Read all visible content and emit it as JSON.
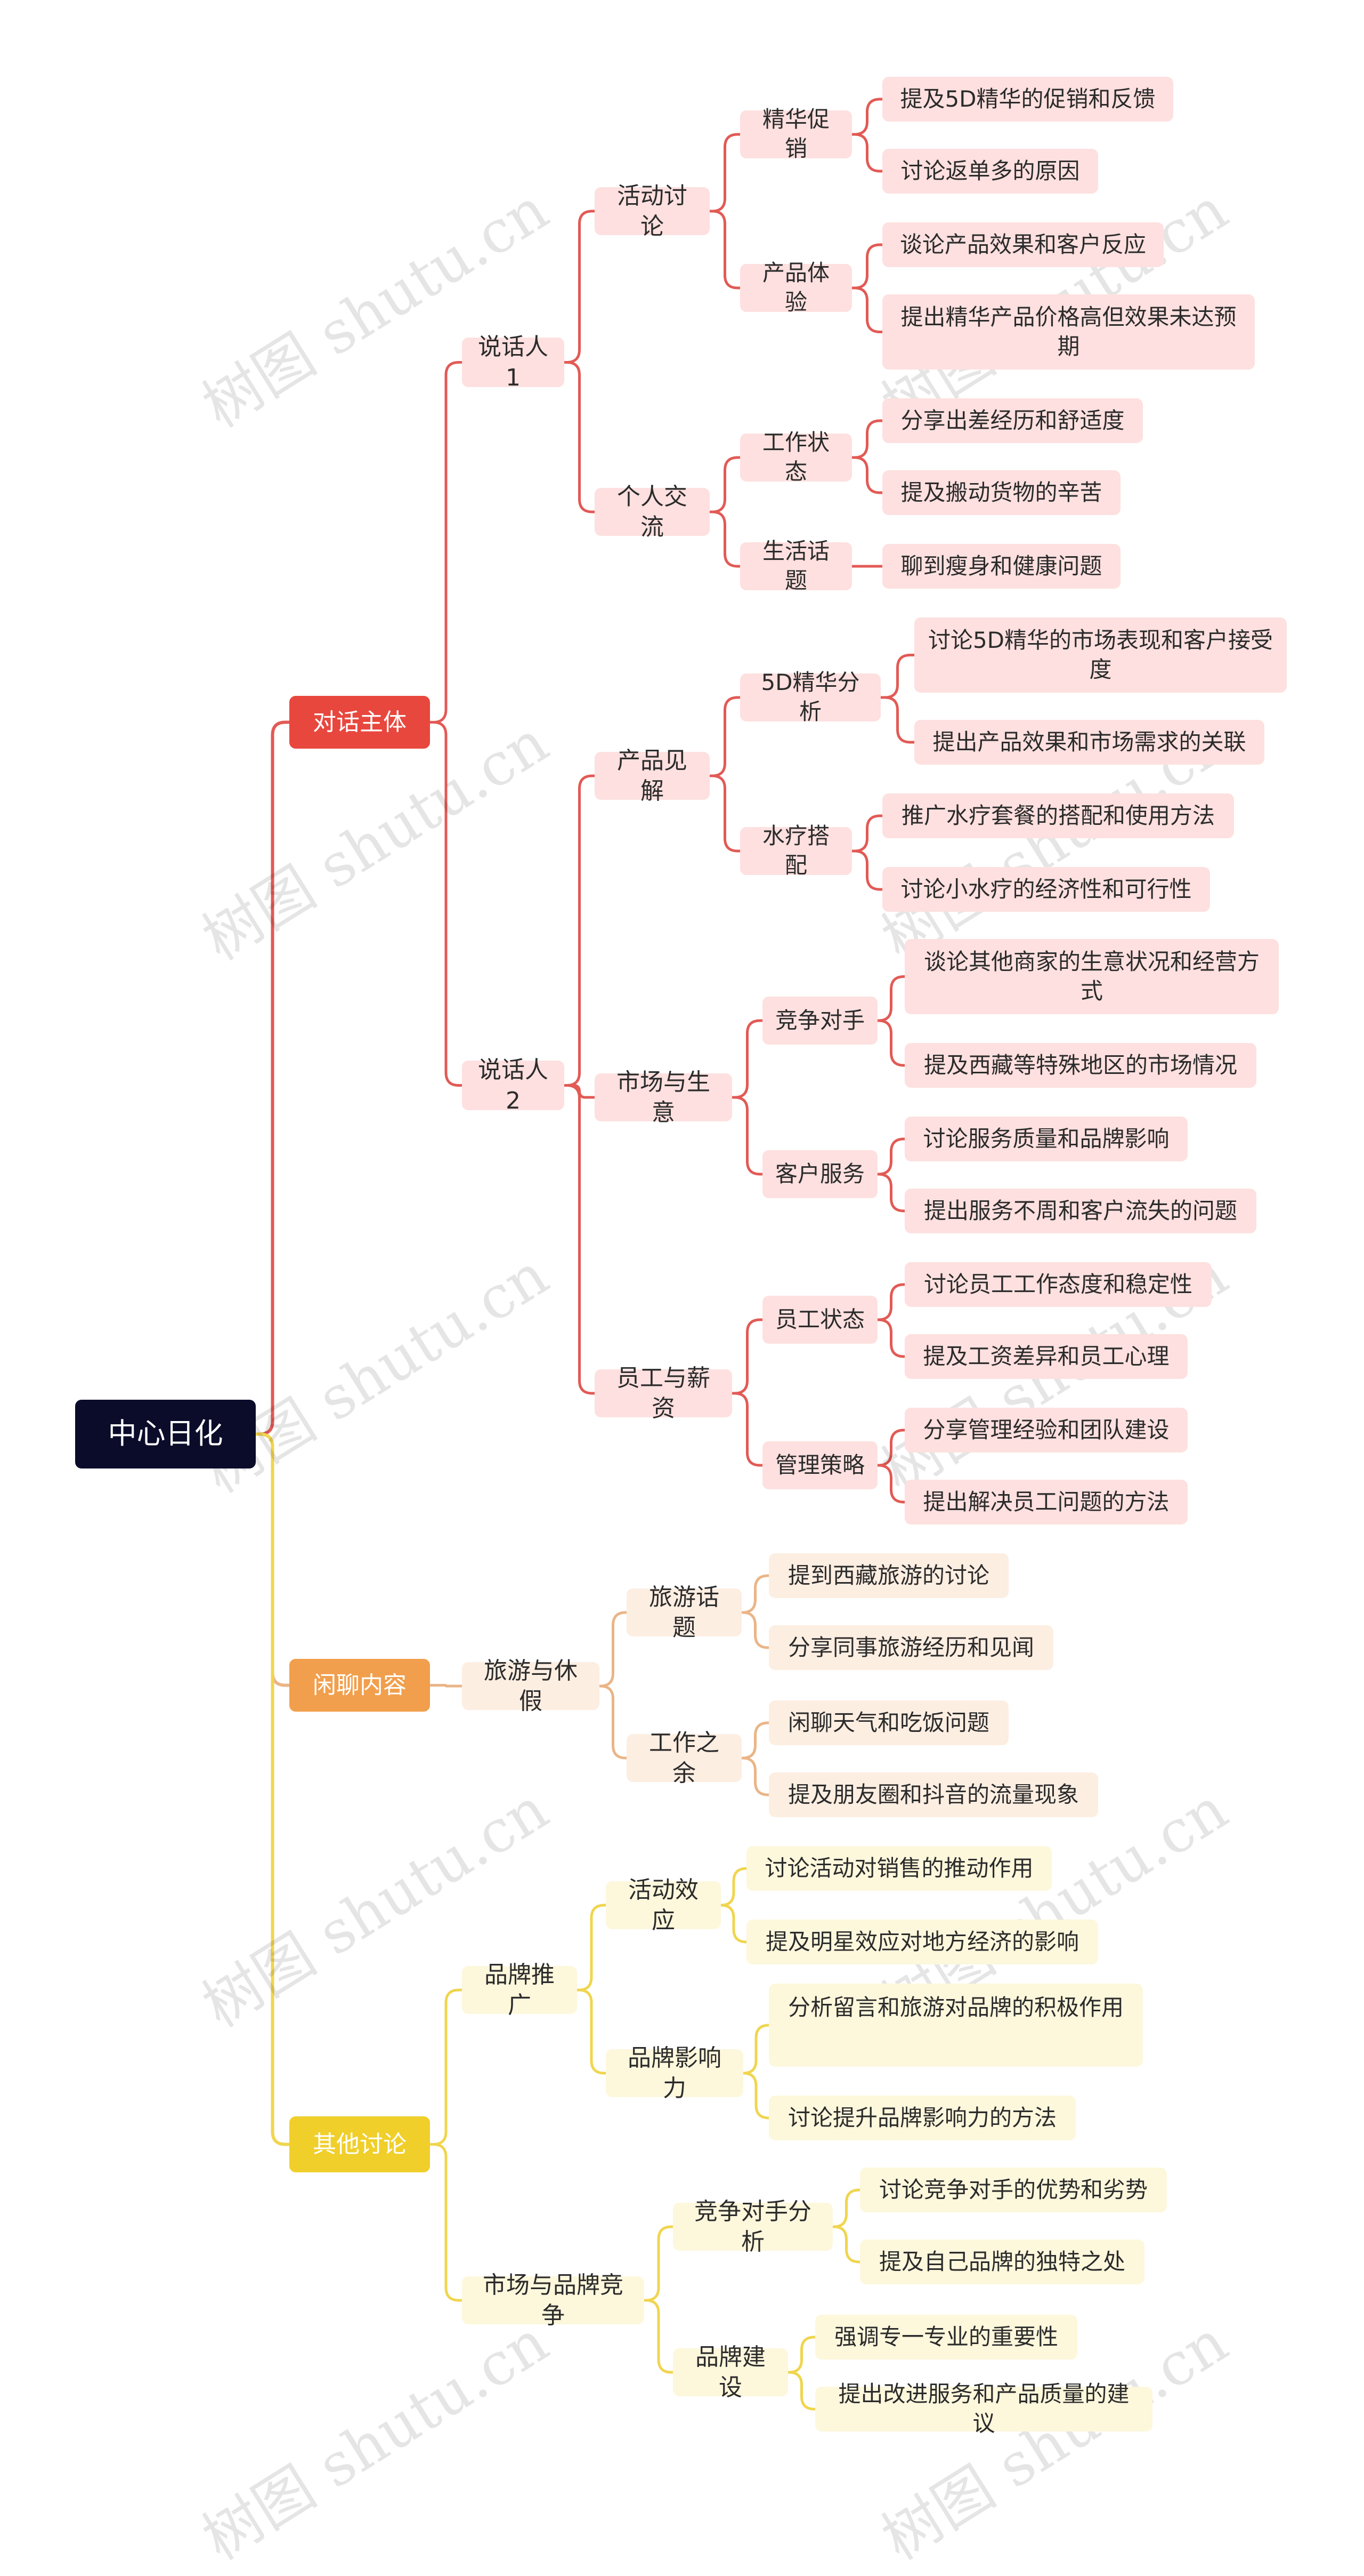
{
  "colors": {
    "root_bg": "#0b0c2a",
    "red": "#e8473e",
    "red_line": "#e25a55",
    "red_node": "#fde0df",
    "orange": "#f19f4d",
    "orange_line": "#eab587",
    "orange_node": "#fdeee2",
    "yellow": "#f0cf2a",
    "yellow_line": "#f0d54e",
    "yellow_node": "#fdf7dc"
  },
  "watermark": "树图 shutu.cn",
  "root": {
    "label": "中心日化"
  },
  "branches": [
    {
      "label": "对话主体",
      "color": "red",
      "children": [
        {
          "label": "说话人1",
          "children": [
            {
              "label": "活动讨论",
              "children": [
                {
                  "label": "精华促销",
                  "children": [
                    {
                      "label": "提及5D精华的促销和反馈"
                    },
                    {
                      "label": "讨论返单多的原因"
                    }
                  ]
                },
                {
                  "label": "产品体验",
                  "children": [
                    {
                      "label": "谈论产品效果和客户反应"
                    },
                    {
                      "label": "提出精华产品价格高但效果未达预期"
                    }
                  ]
                }
              ]
            },
            {
              "label": "个人交流",
              "children": [
                {
                  "label": "工作状态",
                  "children": [
                    {
                      "label": "分享出差经历和舒适度"
                    },
                    {
                      "label": "提及搬动货物的辛苦"
                    }
                  ]
                },
                {
                  "label": "生活话题",
                  "children": [
                    {
                      "label": "聊到瘦身和健康问题"
                    }
                  ]
                }
              ]
            }
          ]
        },
        {
          "label": "说话人2",
          "children": [
            {
              "label": "产品见解",
              "children": [
                {
                  "label": "5D精华分析",
                  "children": [
                    {
                      "label": "讨论5D精华的市场表现和客户接受度"
                    },
                    {
                      "label": "提出产品效果和市场需求的关联"
                    }
                  ]
                },
                {
                  "label": "水疗搭配",
                  "children": [
                    {
                      "label": "推广水疗套餐的搭配和使用方法"
                    },
                    {
                      "label": "讨论小水疗的经济性和可行性"
                    }
                  ]
                }
              ]
            },
            {
              "label": "市场与生意",
              "children": [
                {
                  "label": "竞争对手",
                  "children": [
                    {
                      "label": "谈论其他商家的生意状况和经营方式"
                    },
                    {
                      "label": "提及西藏等特殊地区的市场情况"
                    }
                  ]
                },
                {
                  "label": "客户服务",
                  "children": [
                    {
                      "label": "讨论服务质量和品牌影响"
                    },
                    {
                      "label": "提出服务不周和客户流失的问题"
                    }
                  ]
                }
              ]
            },
            {
              "label": "员工与薪资",
              "children": [
                {
                  "label": "员工状态",
                  "children": [
                    {
                      "label": "讨论员工工作态度和稳定性"
                    },
                    {
                      "label": "提及工资差异和员工心理"
                    }
                  ]
                },
                {
                  "label": "管理策略",
                  "children": [
                    {
                      "label": "分享管理经验和团队建设"
                    },
                    {
                      "label": "提出解决员工问题的方法"
                    }
                  ]
                }
              ]
            }
          ]
        }
      ]
    },
    {
      "label": "闲聊内容",
      "color": "orange",
      "children": [
        {
          "label": "旅游与休假",
          "children": [
            {
              "label": "旅游话题",
              "children": [
                {
                  "label": "提到西藏旅游的讨论"
                },
                {
                  "label": "分享同事旅游经历和见闻"
                }
              ]
            },
            {
              "label": "工作之余",
              "children": [
                {
                  "label": "闲聊天气和吃饭问题"
                },
                {
                  "label": "提及朋友圈和抖音的流量现象"
                }
              ]
            }
          ]
        }
      ]
    },
    {
      "label": "其他讨论",
      "color": "yellow",
      "children": [
        {
          "label": "品牌推广",
          "children": [
            {
              "label": "活动效应",
              "children": [
                {
                  "label": "讨论活动对销售的推动作用"
                },
                {
                  "label": "提及明星效应对地方经济的影响"
                }
              ]
            },
            {
              "label": "品牌影响力",
              "children": [
                {
                  "label": "分析留言和旅游对品牌的积极作用"
                },
                {
                  "label": "讨论提升品牌影响力的方法"
                }
              ]
            }
          ]
        },
        {
          "label": "市场与品牌竞争",
          "children": [
            {
              "label": "竞争对手分析",
              "children": [
                {
                  "label": "讨论竞争对手的优势和劣势"
                },
                {
                  "label": "提及自己品牌的独特之处"
                }
              ]
            },
            {
              "label": "品牌建设",
              "children": [
                {
                  "label": "强调专一专业的重要性"
                },
                {
                  "label": "提出改进服务和产品质量的建议"
                }
              ]
            }
          ]
        }
      ]
    }
  ]
}
